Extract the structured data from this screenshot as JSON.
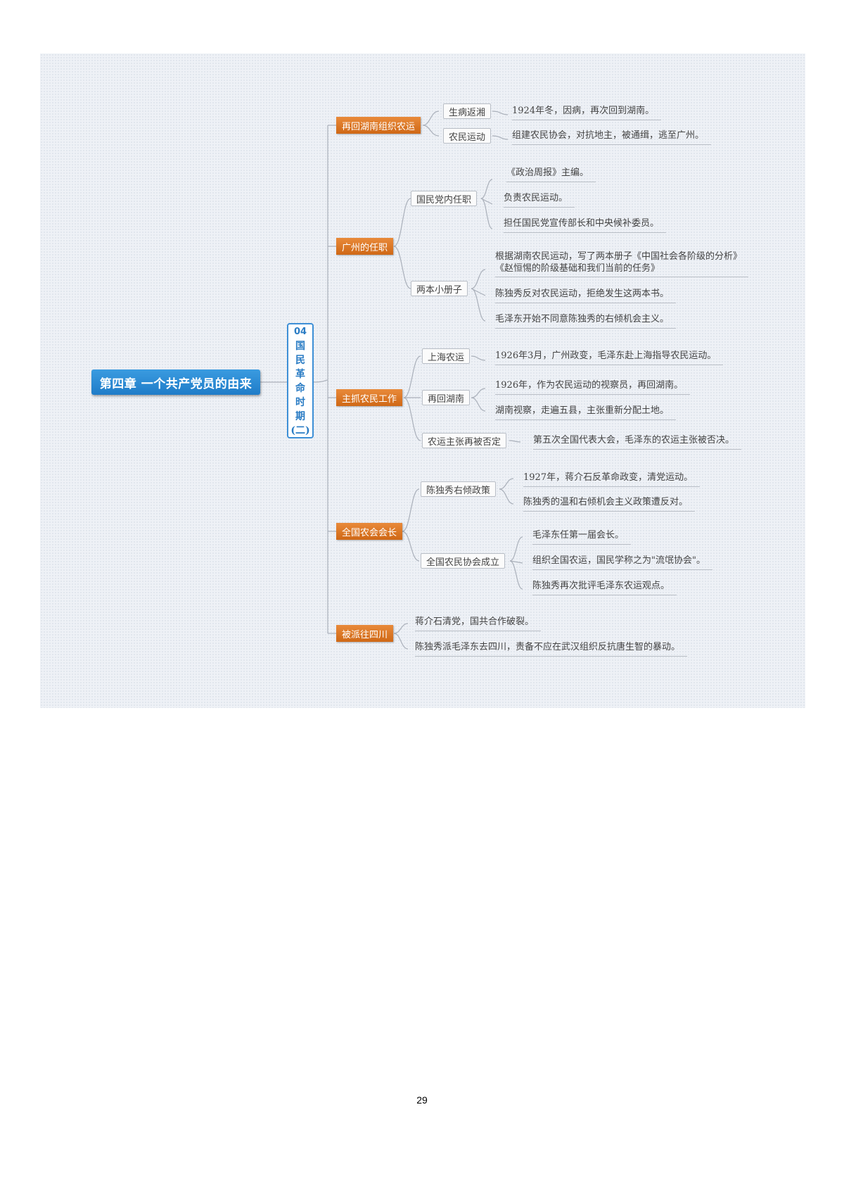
{
  "root": "第四章 一个共产党员的由来",
  "period": [
    "04",
    "国",
    "民",
    "革",
    "命",
    "时",
    "期",
    "(二)"
  ],
  "branches": {
    "b1": "再回湖南组织农运",
    "b2": "广州的任职",
    "b3": "主抓农民工作",
    "b4": "全国农会会长",
    "b5": "被派往四川"
  },
  "subs": {
    "b1_s1": "生病返湘",
    "b1_s2": "农民运动",
    "b2_s1": "国民党内任职",
    "b2_s2": "两本小册子",
    "b3_s1": "上海农运",
    "b3_s2": "再回湖南",
    "b3_s3": "农运主张再被否定",
    "b4_s1": "陈独秀右倾政策",
    "b4_s2": "全国农民协会成立"
  },
  "leaves": {
    "l1": "1924年冬，因病，再次回到湖南。",
    "l2": "组建农民协会，对抗地主，被通缉，逃至广州。",
    "l3": "《政治周报》主编。",
    "l4": "负责农民运动。",
    "l5": "担任国民党宣传部长和中央候补委员。",
    "l6": "根据湖南农民运动，写了两本册子《中国社会各阶级的分析》《赵恒惕的阶级基础和我们当前的任务》",
    "l7": "陈独秀反对农民运动，拒绝发生这两本书。",
    "l8": "毛泽东开始不同意陈独秀的右倾机会主义。",
    "l9": "1926年3月，广州政变，毛泽东赴上海指导农民运动。",
    "l10": "1926年，作为农民运动的视察员，再回湖南。",
    "l11": "湖南视察，走遍五县，主张重新分配土地。",
    "l12": "第五次全国代表大会，毛泽东的农运主张被否决。",
    "l13": "1927年，蒋介石反革命政变，清党运动。",
    "l14": "陈独秀的温和右倾机会主义政策遭反对。",
    "l15": "毛泽东任第一届会长。",
    "l16": "组织全国农运，国民学称之为\"流氓协会\"。",
    "l17": "陈独秀再次批评毛泽东农运观点。",
    "l18": "蒋介石清党，国共合作破裂。",
    "l19": "陈独秀派毛泽东去四川，责备不应在武汉组织反抗唐生智的暴动。"
  },
  "page_number": "29"
}
